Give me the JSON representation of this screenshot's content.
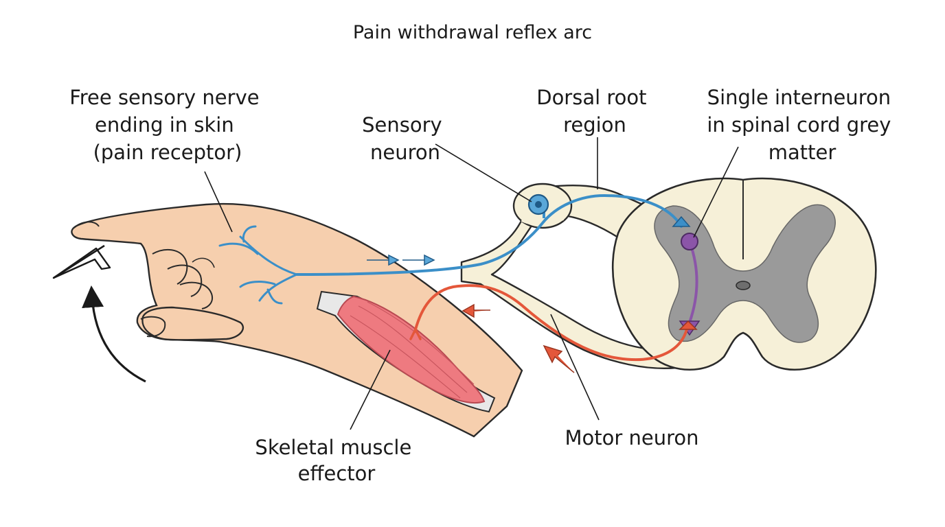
{
  "title": "Pain withdrawal reflex arc",
  "labels": {
    "receptor": [
      "Free sensory nerve",
      "ending in skin",
      "(pain receptor)"
    ],
    "sensory_neuron": [
      "Sensory",
      "neuron"
    ],
    "dorsal_root": [
      "Dorsal root",
      "region"
    ],
    "interneuron": [
      "Single interneuron",
      "in spinal cord grey",
      "matter"
    ],
    "effector": [
      "Skeletal muscle",
      "effector"
    ],
    "motor_neuron": [
      "Motor neuron"
    ]
  },
  "colors": {
    "skin": "#f6cfae",
    "muscle": "#ee7a80",
    "sensory": "#3b8fc8",
    "motor": "#e4573a",
    "interneuron": "#8b55a8",
    "white_matter": "#f6f0d8",
    "grey_matter": "#9a9a9a"
  }
}
